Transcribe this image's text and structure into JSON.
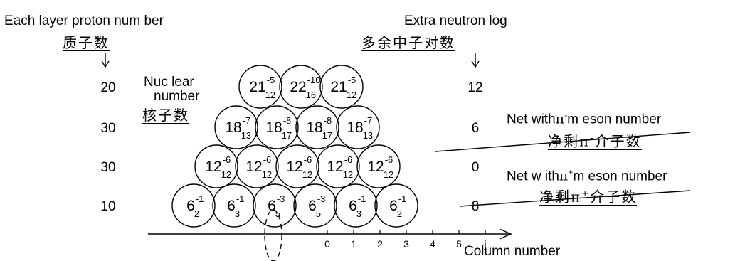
{
  "labels": {
    "proton_en": "Each layer proton num ber",
    "proton_zh": "质子数",
    "neutron_en": "Extra neutron log",
    "neutron_zh": "多余中子对数",
    "nuclear_en_1": "Nuc lear",
    "nuclear_en_2": "number",
    "nuclear_zh": "核子数",
    "pi_minus_prefix": "Net with",
    "pi_minus_suffix": "m eson number",
    "pi_minus_zh_a": "净剩",
    "pi_minus_zh_b": "介子数",
    "pi_plus_prefix": "Net w ith",
    "pi_plus_suffix": "m eson number",
    "pi_plus_zh_a": "净剩",
    "pi_plus_zh_b": "介子数",
    "pi_symbol": "π",
    "minus_sign": "-",
    "plus_sign": "+",
    "column_number": "Column number"
  },
  "rows": [
    {
      "protons": "20",
      "extra_neutrons": "12",
      "nodes": [
        {
          "main": "21",
          "sup": "-5",
          "sub": "12"
        },
        {
          "main": "22",
          "sup": "-10",
          "sub": "16"
        },
        {
          "main": "21",
          "sup": "-5",
          "sub": "12"
        }
      ]
    },
    {
      "protons": "30",
      "extra_neutrons": "6",
      "nodes": [
        {
          "main": "18",
          "sup": "-7",
          "sub": "13"
        },
        {
          "main": "18",
          "sup": "-8",
          "sub": "17"
        },
        {
          "main": "18",
          "sup": "-8",
          "sub": "17"
        },
        {
          "main": "18",
          "sup": "-7",
          "sub": "13"
        }
      ]
    },
    {
      "protons": "30",
      "extra_neutrons": "0",
      "nodes": [
        {
          "main": "12",
          "sup": "-6",
          "sub": "12"
        },
        {
          "main": "12",
          "sup": "-6",
          "sub": "12"
        },
        {
          "main": "12",
          "sup": "-6",
          "sub": "12"
        },
        {
          "main": "12",
          "sup": "-6",
          "sub": "12"
        },
        {
          "main": "12",
          "sup": "-6",
          "sub": "12"
        }
      ]
    },
    {
      "protons": "10",
      "extra_neutrons": "8",
      "nodes": [
        {
          "main": "6",
          "sup": "-1",
          "sub": "2"
        },
        {
          "main": "6",
          "sup": "-1",
          "sub": "3"
        },
        {
          "main": "6",
          "sup": "-3",
          "sub": "5"
        },
        {
          "main": "6",
          "sup": "-3",
          "sub": "5"
        },
        {
          "main": "6",
          "sup": "-1",
          "sub": "3"
        },
        {
          "main": "6",
          "sup": "-1",
          "sub": "2"
        }
      ]
    }
  ],
  "axis": {
    "ticks": [
      "0",
      "1",
      "2",
      "3",
      "4",
      "5",
      "j"
    ]
  }
}
